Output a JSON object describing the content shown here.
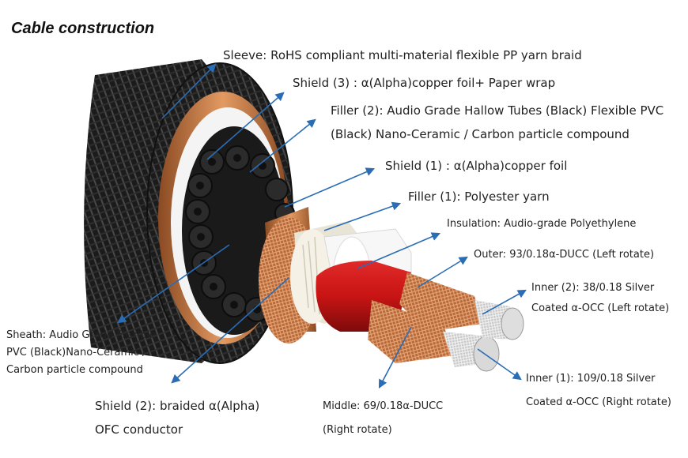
{
  "title": "Cable construction",
  "labels": {
    "sleeve": "Sleeve: RoHS compliant multi-material flexible PP yarn braid",
    "shield3": "Shield (3) : α(Alpha)copper foil+ Paper wrap",
    "filler2_line1": "Filler (2):  Audio Grade Hallow Tubes (Black) Flexible PVC",
    "filler2_line2": "(Black) Nano-Ceramic / Carbon particle compound",
    "shield1": "Shield (1) : α(Alpha)copper foil",
    "filler1": "Filler (1): Polyester yarn",
    "insulation": "Insulation: Audio-grade Polyethylene",
    "outer": "Outer: 93/0.18α-DUCC (Left rotate)",
    "inner2_line1": "Inner (2): 38/0.18 Silver",
    "inner2_line2": "Coated α-OCC (Left rotate)",
    "inner1_line1": "Inner (1): 109/0.18 Silver",
    "inner1_line2": "Coated α-OCC (Right rotate)",
    "sheath_line1": "Sheath: Audio Grade Flexible",
    "sheath_line2": "PVC (Black)Nano-Ceramic /",
    "sheath_line3": "Carbon particle compound",
    "shield2_line1": "Shield (2): braided α(Alpha)",
    "shield2_line2": "OFC conductor",
    "middle_line1": "Middle: 69/0.18α-DUCC",
    "middle_line2": "(Right rotate)"
  },
  "colors": {
    "arrow": "#2a6db5",
    "braid": "#1c1c1c",
    "copper": "#c8753e",
    "red_insulation": "#c81414"
  }
}
